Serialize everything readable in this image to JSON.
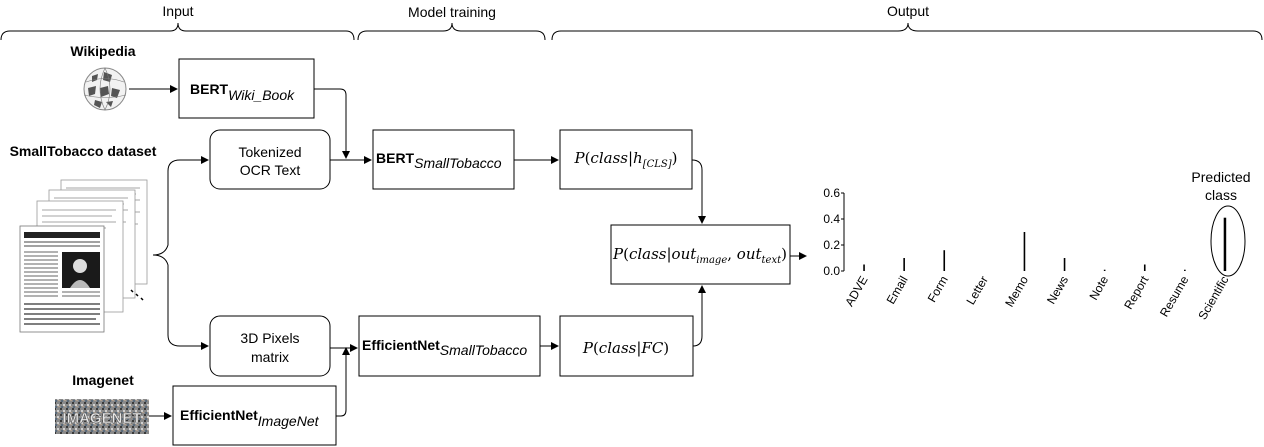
{
  "sections": {
    "input": "Input",
    "model_training": "Model training",
    "output": "Output"
  },
  "sources": {
    "wikipedia": "Wikipedia",
    "smalltobacco": "SmallTobacco dataset",
    "imagenet": "Imagenet",
    "imagenet_logo_text": "IMAGENET"
  },
  "boxes": {
    "bert_wiki": {
      "main": "BERT",
      "sub": "Wiki_Book"
    },
    "tokenized": {
      "line1": "Tokenized",
      "line2": "OCR Text"
    },
    "pixels": {
      "line1": "3D Pixels",
      "line2": "matrix"
    },
    "bert_small": {
      "main": "BERT",
      "sub": "SmallTobacco"
    },
    "effnet_small": {
      "main": "EfficientNet",
      "sub": "SmallTobacco"
    },
    "effnet_imagenet": {
      "main": "EfficientNet",
      "sub": "ImageNet"
    },
    "p_cls": {
      "a": "P",
      "b": "(",
      "c": "class",
      "d": "|",
      "e": "h",
      "f": "[CLS]",
      "g": ")"
    },
    "p_fc": {
      "a": "P",
      "b": "(",
      "c": "class",
      "d": "|",
      "e": "FC",
      "g": ")"
    },
    "p_fusion": {
      "a": "P",
      "b": "(",
      "c": "class",
      "d": "|",
      "e": "out",
      "f": "image",
      "h": ", ",
      "i": "out",
      "j": "text",
      "g": ")"
    }
  },
  "predicted_label": {
    "line1": "Predicted",
    "line2": "class"
  },
  "chart_data": {
    "type": "bar",
    "categories": [
      "ADVE",
      "Email",
      "Form",
      "Letter",
      "Memo",
      "News",
      "Note",
      "Report",
      "Resume",
      "Scientific"
    ],
    "values": [
      0.05,
      0.1,
      0.16,
      0.0,
      0.3,
      0.1,
      0.01,
      0.05,
      0.01,
      0.41
    ],
    "yticks": [
      "0.0",
      "0.2",
      "0.4",
      "0.6"
    ],
    "ylim": [
      0,
      0.6
    ],
    "highlighted": "Scientific"
  }
}
